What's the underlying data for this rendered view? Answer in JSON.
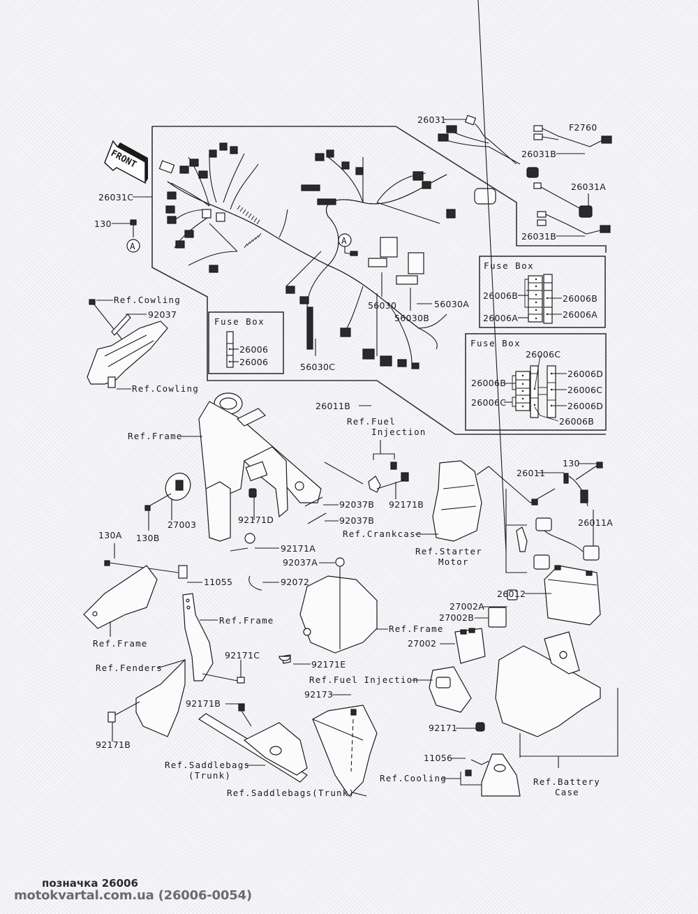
{
  "front_arrow": {
    "text": "FRONT"
  },
  "callout_marker": "A",
  "labels": {
    "p26031": "26031",
    "pF2760": "F2760",
    "p26031B_1": "26031B",
    "p26031A": "26031A",
    "p26031B_2": "26031B",
    "p26031C": "26031C",
    "p130_top": "130",
    "p56030": "56030",
    "p56030A": "56030A",
    "p56030B": "56030B",
    "p56030C": "56030C",
    "p26011B": "26011B",
    "p92037": "92037",
    "p27003": "27003",
    "p130B": "130B",
    "p92171D": "92171D",
    "p92037B_1": "92037B",
    "p92037B_2": "92037B",
    "p92171B_top": "92171B",
    "p26011": "26011",
    "p130_right": "130",
    "p26011A": "26011A",
    "p130A": "130A",
    "p92171A": "92171A",
    "p92037A": "92037A",
    "p11055": "11055",
    "p92072": "92072",
    "p26012": "26012",
    "p27002A": "27002A",
    "p27002B": "27002B",
    "p27002": "27002",
    "p92171C": "92171C",
    "p92171E": "92171E",
    "p92173": "92173",
    "p92171B_mid": "92171B",
    "p92171B_left": "92171B",
    "p92171": "92171",
    "p11056": "11056"
  },
  "refs": {
    "cowling_top": "Ref.Cowling",
    "cowling_bottom": "Ref.Cowling",
    "frame_upper": "Ref.Frame",
    "fuel_injection_top_1": "Ref.Fuel",
    "fuel_injection_top_2": "Injection",
    "crankcase": "Ref.Crankcase",
    "starter_motor_1": "Ref.Starter",
    "starter_motor_2": "Motor",
    "frame_left": "Ref.Frame",
    "frame_center": "Ref.Frame",
    "frame_right": "Ref.Frame",
    "fenders": "Ref.Fenders",
    "fuel_injection_mid": "Ref.Fuel Injection",
    "saddlebags_1": "Ref.Saddlebags",
    "saddlebags_2": "(Trunk)",
    "saddlebags_long": "Ref.Saddlebags(Trunk)",
    "cooling": "Ref.Cooling",
    "battery_case_1": "Ref.Battery",
    "battery_case_2": "Case"
  },
  "fuse_boxes": [
    {
      "title": "Fuse Box",
      "items": [
        "26006",
        "26006"
      ]
    },
    {
      "title": "Fuse Box",
      "left": [
        "26006B",
        "26006A"
      ],
      "right": [
        "26006B",
        "26006A"
      ]
    },
    {
      "title": "Fuse Box",
      "top": "26006C",
      "left": [
        "26006B",
        "26006C"
      ],
      "right": [
        "26006D",
        "26006C",
        "26006D"
      ],
      "bottom": "26006B"
    }
  ],
  "caption": {
    "line1": "позначка 26006",
    "line2": "motokvartal.com.ua (26006-0054)"
  }
}
